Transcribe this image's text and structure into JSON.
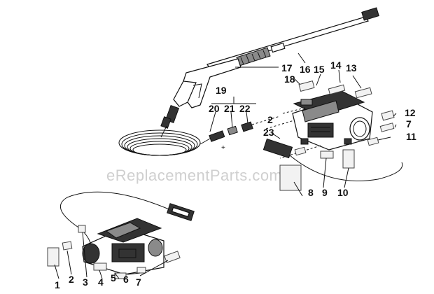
{
  "watermark": "eReplacementParts.com",
  "callouts": {
    "c1": "1",
    "c2": "2",
    "c3": "3",
    "c4": "4",
    "c5": "5",
    "c6": "6",
    "c7a": "7",
    "c7b": "7",
    "c8": "8",
    "c9": "9",
    "c10": "10",
    "c11": "11",
    "c12": "12",
    "c13": "13",
    "c14": "14",
    "c15": "15",
    "c16": "16",
    "c17": "17",
    "c18": "18",
    "c19": "19",
    "c20": "20",
    "c21": "21",
    "c22": "22",
    "c2b": "2",
    "c23": "23"
  }
}
